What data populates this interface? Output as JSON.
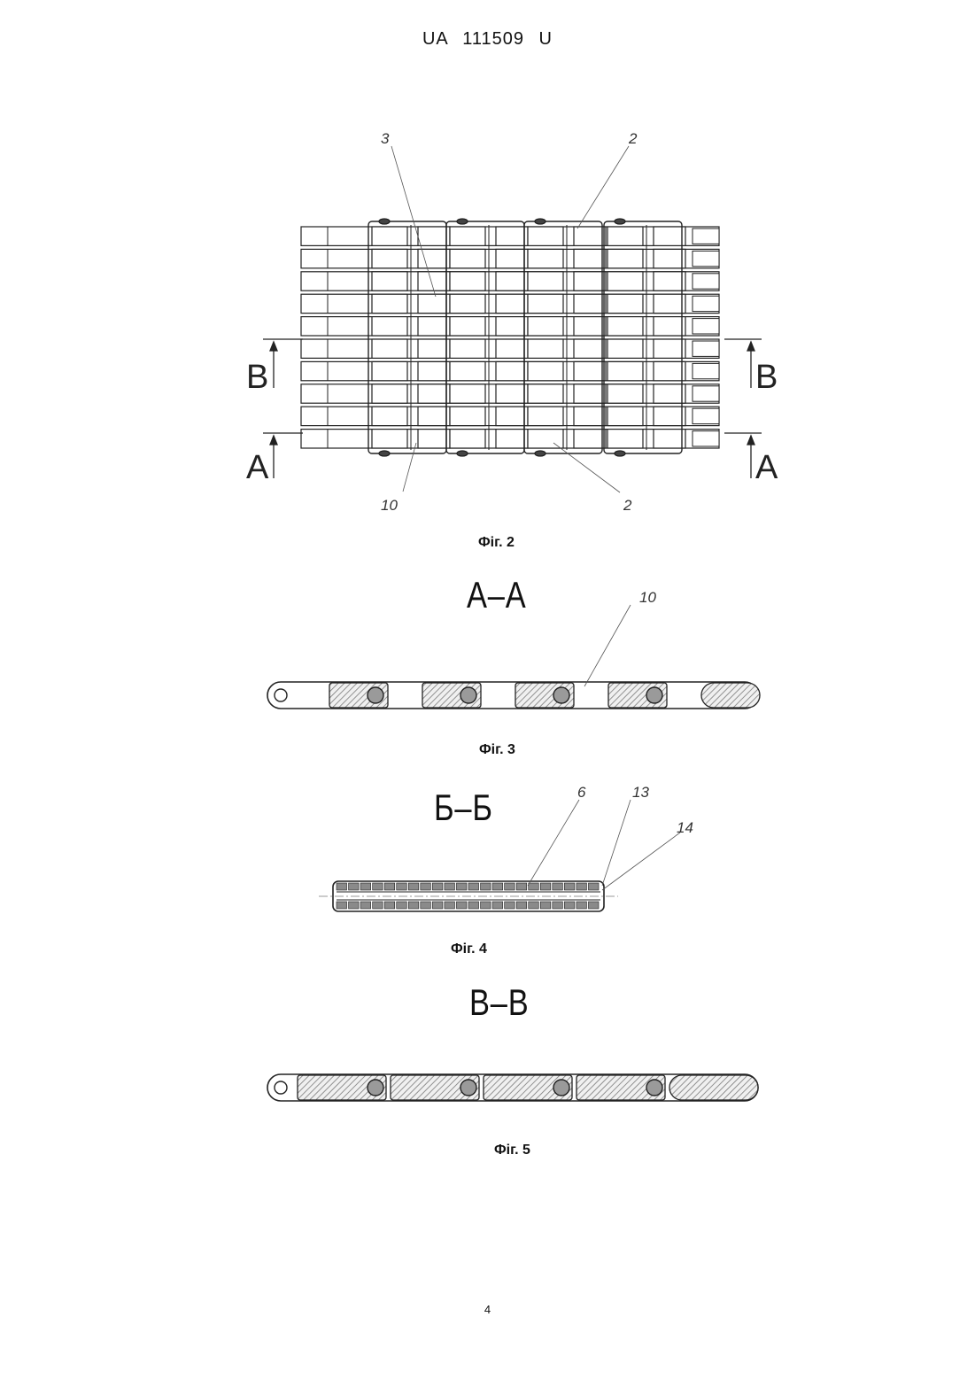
{
  "header": {
    "doc_number": "UA   111509   U"
  },
  "figures": {
    "fig2": {
      "caption": "Фіг. 2",
      "callouts": {
        "top_left": "3",
        "top_right": "2",
        "bottom_left": "10",
        "bottom_right": "2"
      },
      "section_marks": {
        "upper": "В",
        "lower": "А"
      }
    },
    "fig3": {
      "caption": "Фіг. 3",
      "section_title": "А–А",
      "callout": "10"
    },
    "fig4": {
      "caption": "Фіг. 4",
      "section_title": "Б–Б",
      "callouts": [
        "6",
        "13",
        "14"
      ]
    },
    "fig5": {
      "caption": "Фіг. 5",
      "section_title": "В–В"
    }
  },
  "page_number": "4",
  "colors": {
    "line": "#222222",
    "hatch": "#7a7a7a",
    "pin": "#9a9a9a"
  }
}
